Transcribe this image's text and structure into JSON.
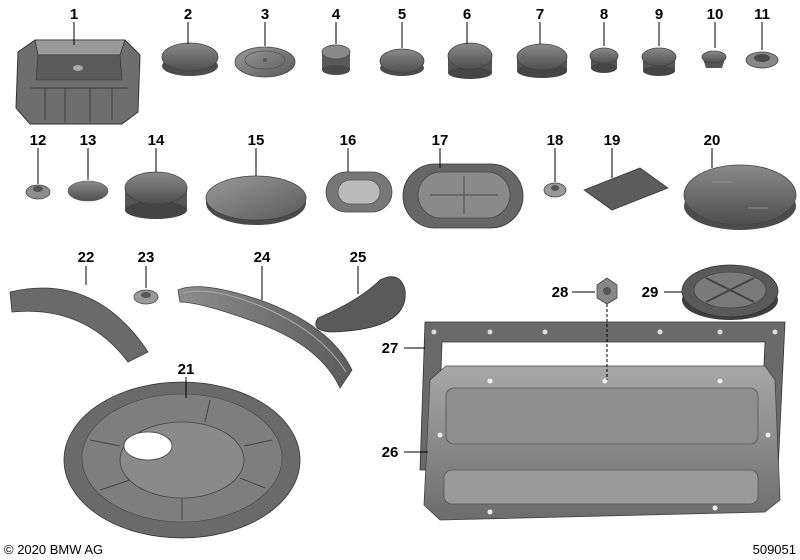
{
  "labels": {
    "p1": "1",
    "p2": "2",
    "p3": "3",
    "p4": "4",
    "p5": "5",
    "p6": "6",
    "p7": "7",
    "p8": "8",
    "p9": "9",
    "p10": "10",
    "p11": "11",
    "p12": "12",
    "p13": "13",
    "p14": "14",
    "p15": "15",
    "p16": "16",
    "p17": "17",
    "p18": "18",
    "p19": "19",
    "p20": "20",
    "p21": "21",
    "p22": "22",
    "p23": "23",
    "p24": "24",
    "p25": "25",
    "p26": "26",
    "p27": "27",
    "p28": "28",
    "p29": "29"
  },
  "footer": {
    "copyright": "© 2020 BMW AG",
    "diagram_number": "509051"
  },
  "colors": {
    "part_fill": "#6a6a6a",
    "part_dark": "#4a4a4a",
    "part_light": "#9a9a9a",
    "plate_fill": "#7a7a7a"
  }
}
